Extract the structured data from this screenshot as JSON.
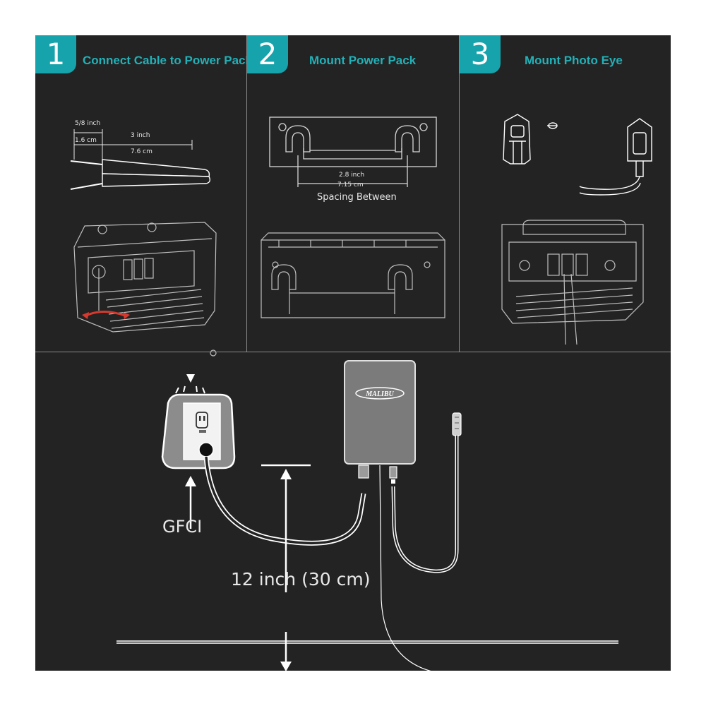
{
  "panels": [
    {
      "number": "1",
      "title": "Connect Cable to Power Pack"
    },
    {
      "number": "2",
      "title": "Mount Power Pack"
    },
    {
      "number": "3",
      "title": "Mount Photo Eye"
    }
  ],
  "step1": {
    "strip_inch": "5/8 inch",
    "strip_cm": "1.6 cm",
    "length_inch": "3 inch",
    "length_cm": "7.6 cm"
  },
  "step2": {
    "spacing_inch": "2.8 inch",
    "spacing_cm": "7.15 cm",
    "spacing_label": "Spacing Between"
  },
  "bottom": {
    "gfci_label": "GFCI",
    "height_label": "12 inch (30 cm)",
    "brand": "MALIBU"
  },
  "colors": {
    "background": "#232323",
    "accent": "#17a3ab",
    "title": "#22b1b8",
    "line": "#ffffff",
    "arrow_red": "#d63a2f"
  }
}
